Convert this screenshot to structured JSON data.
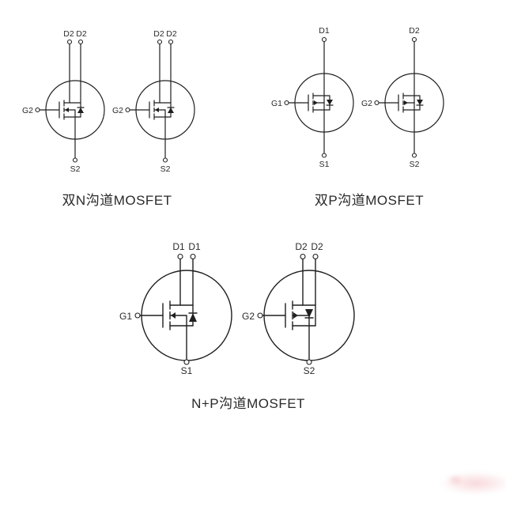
{
  "diagram": {
    "colors": {
      "background": "#ffffff",
      "line": "#1f1f1f",
      "text": "#2b2b2b",
      "watermark": "#f2b8bc"
    },
    "groups": [
      {
        "id": "dual-n-channel",
        "caption": "双N沟道MOSFET",
        "channel": "N",
        "cells": [
          {
            "drains": [
              "D2",
              "D2"
            ],
            "gate": "G2",
            "source": "S2"
          },
          {
            "drains": [
              "D2",
              "D2"
            ],
            "gate": "G2",
            "source": "S2"
          }
        ]
      },
      {
        "id": "dual-p-channel",
        "caption": "双P沟道MOSFET",
        "channel": "P",
        "cells": [
          {
            "drains": [
              "D1"
            ],
            "gate": "G1",
            "source": "S1"
          },
          {
            "drains": [
              "D2"
            ],
            "gate": "G2",
            "source": "S2"
          }
        ]
      },
      {
        "id": "n-plus-p-channel",
        "caption": "N+P沟道MOSFET",
        "cells": [
          {
            "channel": "N",
            "drains": [
              "D1",
              "D1"
            ],
            "gate": "G1",
            "source": "S1"
          },
          {
            "channel": "P",
            "drains": [
              "D2",
              "D2"
            ],
            "gate": "G2",
            "source": "S2"
          }
        ]
      }
    ]
  }
}
